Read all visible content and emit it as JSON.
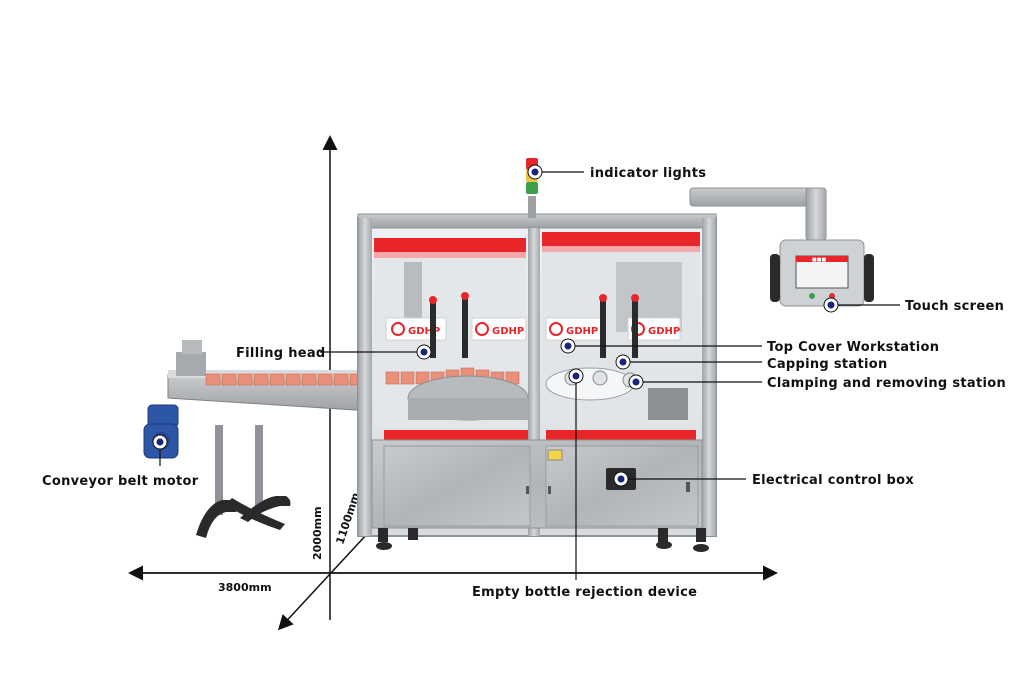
{
  "labels": {
    "indicator_lights": "indicator lights",
    "touch_screen": "Touch screen",
    "filling_head": "Filling head",
    "top_cover_workstation": "Top Cover Workstation",
    "capping_station": "Capping station",
    "clamping_station": "Clamping and removing station",
    "conveyor_belt_motor": "Conveyor belt motor",
    "electrical_control_box": "Electrical control box",
    "empty_bottle_rejection": "Empty bottle rejection device"
  },
  "dimensions": {
    "width": "3800mm",
    "height": "2000mm",
    "depth": "1100mm"
  },
  "machine": {
    "brand_text": "GDHP"
  },
  "touch_screen": {
    "header_text": "■■■"
  },
  "colors": {
    "accent_red": "#e8262a",
    "steel": "#b9bcbf",
    "marker": "#1a237e",
    "motor_blue": "#2d56a6"
  }
}
